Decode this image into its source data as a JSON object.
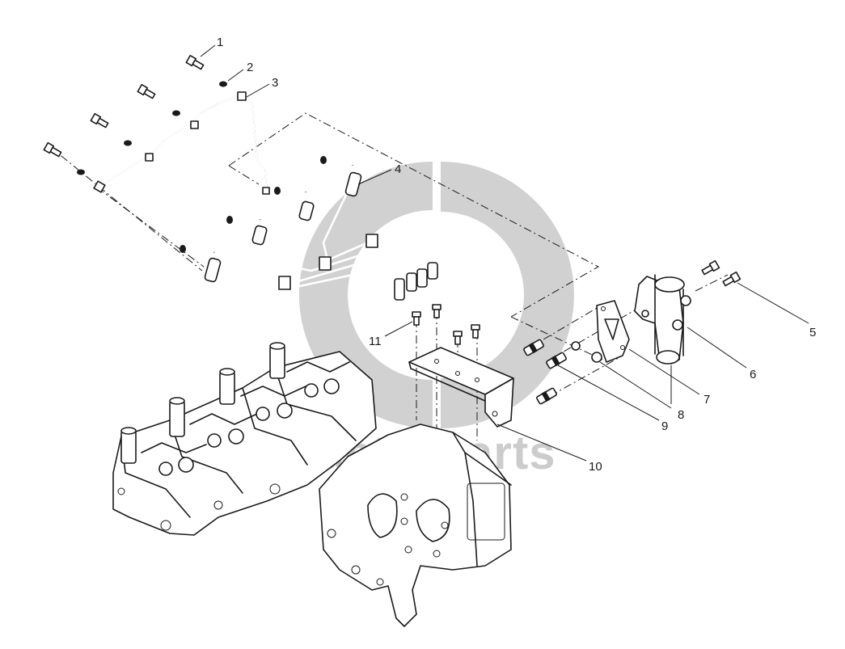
{
  "diagram": {
    "type": "exploded-parts-diagram",
    "callouts": [
      "1",
      "2",
      "3",
      "4",
      "5",
      "6",
      "7",
      "8",
      "9",
      "10",
      "11"
    ]
  },
  "watermark": {
    "text": "tractorparts",
    "color": "#9a9a9a"
  },
  "colors": {
    "ink": "#1a1a1a",
    "background": "#ffffff"
  }
}
